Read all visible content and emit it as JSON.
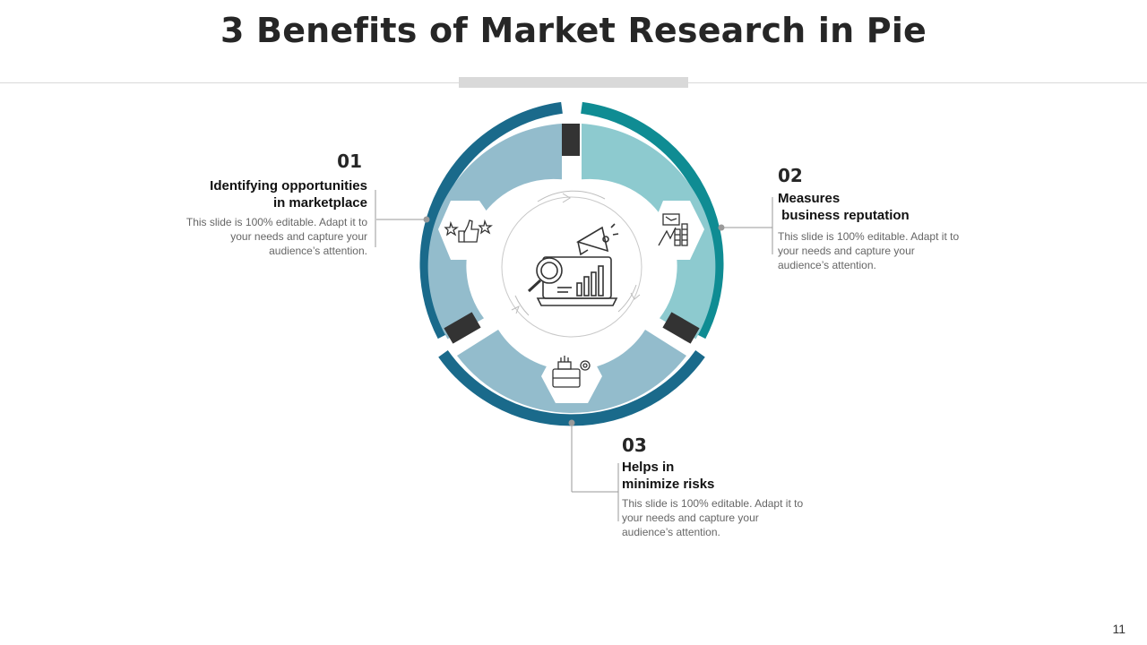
{
  "slide": {
    "title": "3 Benefits of Market Research in Pie",
    "page_number": "11"
  },
  "items": [
    {
      "number": "01",
      "heading": "Identifying opportunities\nin marketplace",
      "description": "This slide is 100% editable. Adapt it to your needs and capture your audience’s attention.",
      "icon": "thumbs-up-stars-icon"
    },
    {
      "number": "02",
      "heading": "Measures\n business reputation",
      "description": "This slide is 100% editable. Adapt it to your needs and capture your audience’s attention.",
      "icon": "declining-chart-coins-icon"
    },
    {
      "number": "03",
      "heading": "Helps in\nminimize risks",
      "description": "This slide is 100% editable. Adapt it to your needs and capture your audience’s attention.",
      "icon": "briefcase-gear-icon"
    }
  ],
  "center_icon": "market-research-laptop-icon",
  "colors": {
    "ring_dark": "#1a6a8b",
    "ring_teal": "#0f8c93",
    "fill_light_blue": "#93bccc",
    "fill_light_teal": "#8dcacf",
    "separator": "#333333",
    "rule": "#d9d9d9"
  }
}
